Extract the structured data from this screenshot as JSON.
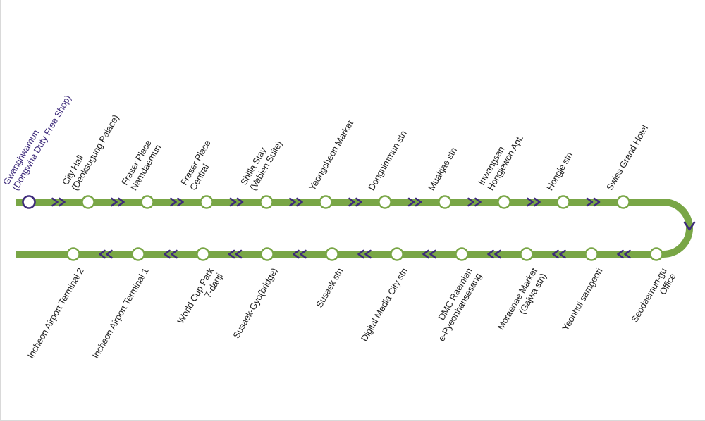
{
  "colors": {
    "line": "#79A646",
    "station_fill": "#FFFFFF",
    "station_stroke": "#79A646",
    "current_stroke": "#3D2A7A",
    "arrow": "#3D2A7A",
    "current_label": "#3D2A7A",
    "label": "#222222"
  },
  "top_row": {
    "direction": "right",
    "stations": [
      {
        "lines": [
          "Gwanghwamun",
          "(Dongwha Duty Free Shop)"
        ],
        "current": true
      },
      {
        "lines": [
          "City Hall",
          "(Deoksugung Palace)"
        ]
      },
      {
        "lines": [
          "Fraser Place",
          "Namdaemun"
        ]
      },
      {
        "lines": [
          "Fraser Place",
          "Central"
        ]
      },
      {
        "lines": [
          "Shilla Stay",
          "(Vabien Suite)"
        ]
      },
      {
        "lines": [
          "Yeongcheon Market"
        ]
      },
      {
        "lines": [
          "Dongnimmun stn"
        ]
      },
      {
        "lines": [
          "Muakjae stn"
        ]
      },
      {
        "lines": [
          "Inwangsan",
          "Hongjewon Apt."
        ]
      },
      {
        "lines": [
          "Hongje stn"
        ]
      },
      {
        "lines": [
          "Swiss Grand Hotel"
        ]
      }
    ]
  },
  "bottom_row": {
    "direction": "left",
    "stations": [
      {
        "lines": [
          "Incheon Airport Terminal 2"
        ]
      },
      {
        "lines": [
          "Incheon Airport Terminal 1"
        ]
      },
      {
        "lines": [
          "World Cup Park",
          "7-danji"
        ]
      },
      {
        "lines": [
          "Susaek-Gyo(bridge)"
        ]
      },
      {
        "lines": [
          "Susaek stn"
        ]
      },
      {
        "lines": [
          "Digital Media City stn"
        ]
      },
      {
        "lines": [
          "DMC Raemian",
          "e-Pyeonhansesang"
        ]
      },
      {
        "lines": [
          "Moraenae Market",
          "(Gajwa stn)"
        ]
      },
      {
        "lines": [
          "Yeonhui samgeori"
        ]
      },
      {
        "lines": [
          "Seodaemun-gu",
          "Office"
        ]
      }
    ]
  }
}
